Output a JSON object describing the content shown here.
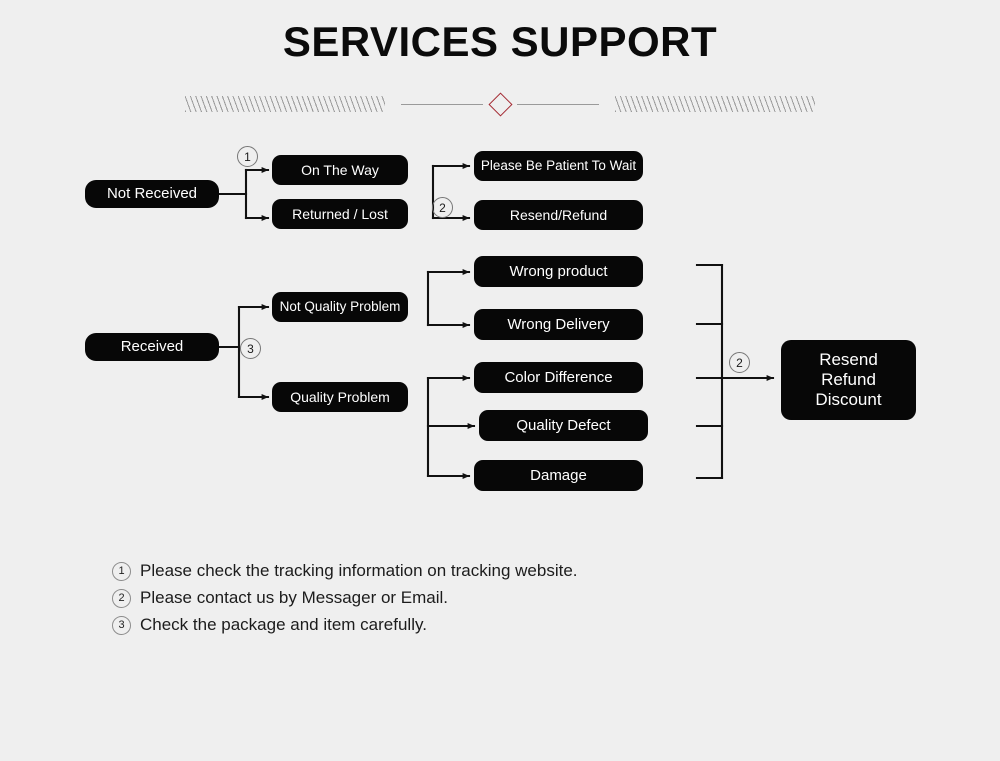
{
  "header": {
    "title": "SERVICES SUPPORT",
    "divider": {
      "ornament_icon": "diamond-outline-icon",
      "ornament_color": "#a32a33",
      "line_color": "#9a9a9a"
    }
  },
  "theme": {
    "background": "#efefef",
    "node_fill": "#070707",
    "node_text": "#ffffff",
    "connector": "#111111",
    "marker_outline": "#777777"
  },
  "diagram": {
    "branch_not_received": {
      "root": {
        "label": "Not Received"
      },
      "marker": "1",
      "children": [
        {
          "label": "On The Way"
        },
        {
          "label": "Returned / Lost"
        }
      ],
      "outcome_marker": "2",
      "outcomes": [
        {
          "label": "Please Be Patient To Wait"
        },
        {
          "label": "Resend/Refund"
        }
      ]
    },
    "branch_received": {
      "root": {
        "label": "Received"
      },
      "marker": "3",
      "children": [
        {
          "label": "Not Quality Problem",
          "items": [
            {
              "label": "Wrong product"
            },
            {
              "label": "Wrong Delivery"
            }
          ]
        },
        {
          "label": "Quality Problem",
          "items": [
            {
              "label": "Color Difference"
            },
            {
              "label": "Quality Defect"
            },
            {
              "label": "Damage"
            }
          ]
        }
      ],
      "resolution_marker": "2",
      "resolution": {
        "lines": [
          "Resend",
          "Refund",
          "Discount"
        ],
        "line1": "Resend",
        "line2": "Refund",
        "line3": "Discount"
      }
    }
  },
  "footnotes": [
    {
      "num": "1",
      "text": "Please check the tracking information on tracking website."
    },
    {
      "num": "2",
      "text": "Please contact us by Messager or Email."
    },
    {
      "num": "3",
      "text": "Check the package and item carefully."
    }
  ]
}
